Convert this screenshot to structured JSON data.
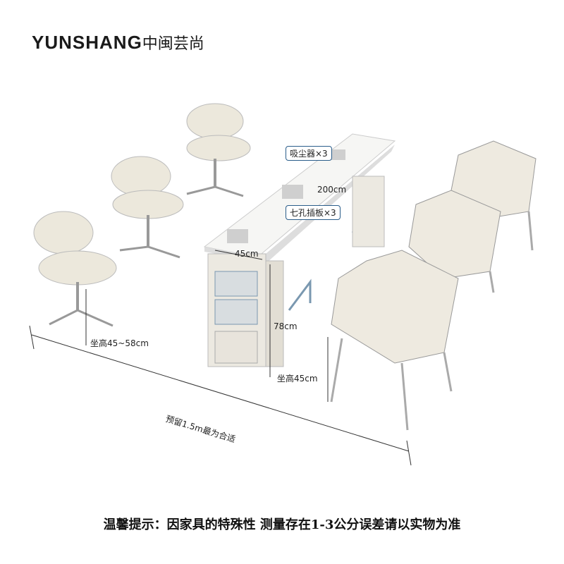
{
  "brand": {
    "logo_latin": "YUNSHANG",
    "logo_chinese": "中闽芸尚"
  },
  "annotations": {
    "vacuum": "吸尘器×3",
    "length": "200cm",
    "socket": "七孔插板×3",
    "width": "45cm",
    "height": "78cm",
    "stool_seat_height": "坐高45~58cm",
    "chair_seat_height": "坐高45cm",
    "spacing": "预留1.5m最为合适"
  },
  "notice": "温馨提示：因家具的特殊性 测量存在1-3公分误差请以实物为准"
}
